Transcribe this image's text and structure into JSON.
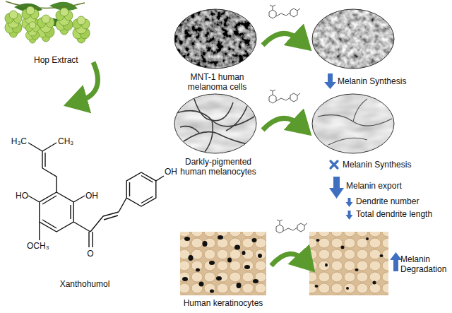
{
  "diagram": {
    "labels": [
      "Hop Extract",
      "Xanthohumol",
      "H₃C",
      "CH₃",
      "HO",
      "OH",
      "OH",
      "OCH₃",
      "O",
      "MNT-1 human melanoma cells",
      "Melanin Synthesis",
      "Darkly-pigmented human melanocytes",
      "Melanin Synthesis",
      "Melanin export",
      "Dendrite number",
      "Total dendrite length",
      "Human keratinocytes",
      "Melanin Degradation"
    ]
  }
}
